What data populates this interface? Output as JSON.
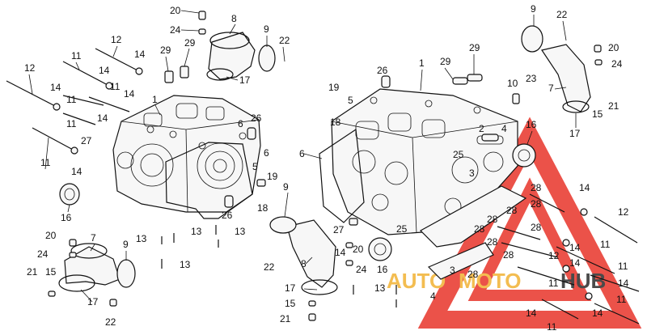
{
  "callouts": [
    {
      "id": "c20a",
      "text": "20"
    },
    {
      "id": "c24a",
      "text": "24"
    },
    {
      "id": "c8a",
      "text": "8"
    },
    {
      "id": "c29a",
      "text": "29"
    },
    {
      "id": "c29b",
      "text": "29"
    },
    {
      "id": "c9a",
      "text": "9"
    },
    {
      "id": "c22a",
      "text": "22"
    },
    {
      "id": "c17a",
      "text": "17"
    },
    {
      "id": "c12a",
      "text": "12"
    },
    {
      "id": "c11a",
      "text": "11"
    },
    {
      "id": "c14a",
      "text": "14"
    },
    {
      "id": "c12b",
      "text": "12"
    },
    {
      "id": "c14b",
      "text": "14"
    },
    {
      "id": "c14c",
      "text": "14"
    },
    {
      "id": "c11b",
      "text": "11"
    },
    {
      "id": "c14d",
      "text": "14"
    },
    {
      "id": "c11c",
      "text": "11"
    },
    {
      "id": "c1a",
      "text": "1"
    },
    {
      "id": "c11d",
      "text": "11"
    },
    {
      "id": "c14e",
      "text": "14"
    },
    {
      "id": "c27a",
      "text": "27"
    },
    {
      "id": "c11e",
      "text": "11"
    },
    {
      "id": "c14f",
      "text": "14"
    },
    {
      "id": "c6a",
      "text": "6"
    },
    {
      "id": "c26a",
      "text": "26"
    },
    {
      "id": "c6b",
      "text": "6"
    },
    {
      "id": "c16a",
      "text": "16"
    },
    {
      "id": "c5a",
      "text": "5"
    },
    {
      "id": "c19a",
      "text": "19"
    },
    {
      "id": "c18a",
      "text": "18"
    },
    {
      "id": "c26b",
      "text": "26"
    },
    {
      "id": "c20b",
      "text": "20"
    },
    {
      "id": "c7a",
      "text": "7"
    },
    {
      "id": "c24b",
      "text": "24"
    },
    {
      "id": "c9b",
      "text": "9"
    },
    {
      "id": "c21a",
      "text": "21"
    },
    {
      "id": "c15a",
      "text": "15"
    },
    {
      "id": "c17b",
      "text": "17"
    },
    {
      "id": "c22b",
      "text": "22"
    },
    {
      "id": "c13a",
      "text": "13"
    },
    {
      "id": "c13b",
      "text": "13"
    },
    {
      "id": "c13c",
      "text": "13"
    },
    {
      "id": "c13d",
      "text": "13"
    },
    {
      "id": "c26c",
      "text": "26"
    },
    {
      "id": "c1b",
      "text": "1"
    },
    {
      "id": "c29c",
      "text": "29"
    },
    {
      "id": "c29d",
      "text": "29"
    },
    {
      "id": "c19b",
      "text": "19"
    },
    {
      "id": "c5b",
      "text": "5"
    },
    {
      "id": "c18b",
      "text": "18"
    },
    {
      "id": "c6c",
      "text": "6"
    },
    {
      "id": "c2a",
      "text": "2"
    },
    {
      "id": "c4a",
      "text": "4"
    },
    {
      "id": "c25a",
      "text": "25"
    },
    {
      "id": "c3a",
      "text": "3"
    },
    {
      "id": "c28a",
      "text": "28"
    },
    {
      "id": "c28b",
      "text": "28"
    },
    {
      "id": "c28c",
      "text": "28"
    },
    {
      "id": "c28d",
      "text": "28"
    },
    {
      "id": "c28e",
      "text": "28"
    },
    {
      "id": "c28f",
      "text": "28"
    },
    {
      "id": "c28g",
      "text": "28"
    },
    {
      "id": "c28h",
      "text": "28"
    },
    {
      "id": "c28i",
      "text": "28"
    },
    {
      "id": "c25b",
      "text": "25"
    },
    {
      "id": "c3b",
      "text": "3"
    },
    {
      "id": "c4b",
      "text": "4"
    },
    {
      "id": "c9c",
      "text": "9"
    },
    {
      "id": "c22c",
      "text": "22"
    },
    {
      "id": "c8b",
      "text": "8"
    },
    {
      "id": "c27b",
      "text": "27"
    },
    {
      "id": "c20c",
      "text": "20"
    },
    {
      "id": "c14g",
      "text": "14"
    },
    {
      "id": "c24c",
      "text": "24"
    },
    {
      "id": "c16b",
      "text": "16"
    },
    {
      "id": "c17c",
      "text": "17"
    },
    {
      "id": "c15b",
      "text": "15"
    },
    {
      "id": "c21b",
      "text": "21"
    },
    {
      "id": "c13e",
      "text": "13"
    },
    {
      "id": "c9d",
      "text": "9"
    },
    {
      "id": "c22d",
      "text": "22"
    },
    {
      "id": "c20d",
      "text": "20"
    },
    {
      "id": "c24d",
      "text": "24"
    },
    {
      "id": "c7b",
      "text": "7"
    },
    {
      "id": "c10a",
      "text": "10"
    },
    {
      "id": "c23a",
      "text": "23"
    },
    {
      "id": "c21c",
      "text": "21"
    },
    {
      "id": "c15c",
      "text": "15"
    },
    {
      "id": "c17d",
      "text": "17"
    },
    {
      "id": "c16c",
      "text": "16"
    },
    {
      "id": "c14h",
      "text": "14"
    },
    {
      "id": "c12c",
      "text": "12"
    },
    {
      "id": "c11f",
      "text": "11"
    },
    {
      "id": "c14i",
      "text": "14"
    },
    {
      "id": "c12d",
      "text": "12"
    },
    {
      "id": "c14j",
      "text": "14"
    },
    {
      "id": "c11g",
      "text": "11"
    },
    {
      "id": "c11h",
      "text": "11"
    },
    {
      "id": "c14k",
      "text": "14"
    },
    {
      "id": "c11i",
      "text": "11"
    },
    {
      "id": "c14l",
      "text": "14"
    },
    {
      "id": "c14m",
      "text": "14"
    },
    {
      "id": "c11j",
      "text": "11"
    }
  ],
  "watermark": {
    "part1": "AUTO",
    "part2": "MOTO",
    "part3": "HUB",
    "color_primary": "#e8342a",
    "color_secondary": "#f2b233",
    "color_dark": "#2b2b2b"
  }
}
